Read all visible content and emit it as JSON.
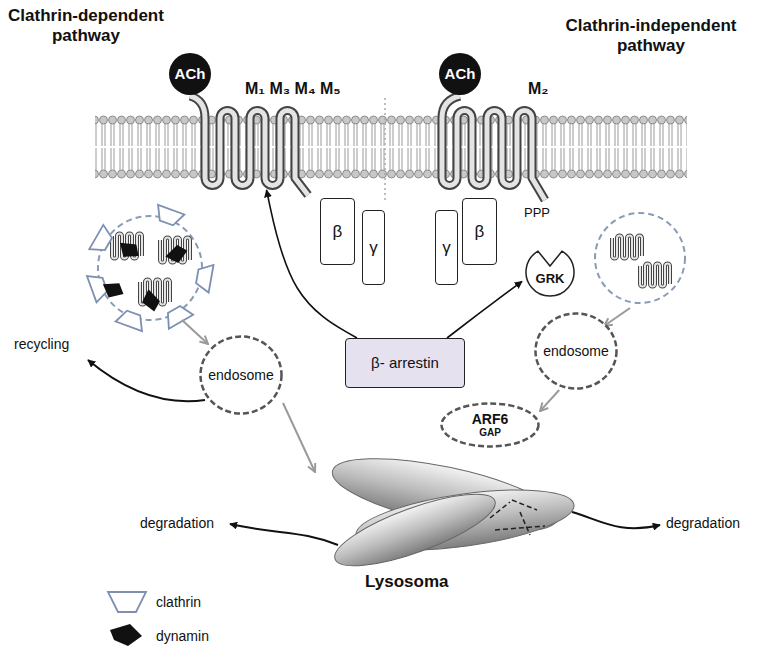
{
  "diagram": {
    "nodes": [
      {
        "text": [
          "ACh"
        ]
      },
      {
        "text": [
          "M₁ M₃ M₄ M₅"
        ]
      },
      {
        "text": [
          "ACh"
        ]
      },
      {
        "text": [
          "M₂"
        ]
      },
      {
        "text": [
          "β"
        ]
      },
      {
        "text": [
          "γ"
        ]
      },
      {
        "text": [
          "γ"
        ]
      },
      {
        "text": [
          "β"
        ]
      },
      {
        "text": [
          "GRK"
        ]
      },
      {
        "text": [
          "endosome"
        ]
      },
      {
        "text": [
          "β- arrestin"
        ]
      },
      {
        "text": [
          "endosome"
        ]
      },
      {
        "text": [
          "ARF6",
          "GAP"
        ]
      },
      {
        "text": [
          "Lysosoma"
        ]
      }
    ],
    "edges": [
      {
        "from": 10,
        "to": 1,
        "arrow": "to"
      },
      {
        "from": 10,
        "to": 8,
        "arrow": "to"
      },
      {
        "from": 9,
        "to": 13,
        "arrow": "to"
      },
      {
        "from": 11,
        "to": 12,
        "arrow": "to"
      }
    ],
    "labels": [
      "Clathrin-dependent pathway",
      "Clathrin-independent pathway",
      "PPP",
      "recycling",
      "degradation",
      "degradation"
    ],
    "legend": [
      {
        "text": "clathrin"
      },
      {
        "text": "dynamin"
      }
    ]
  }
}
